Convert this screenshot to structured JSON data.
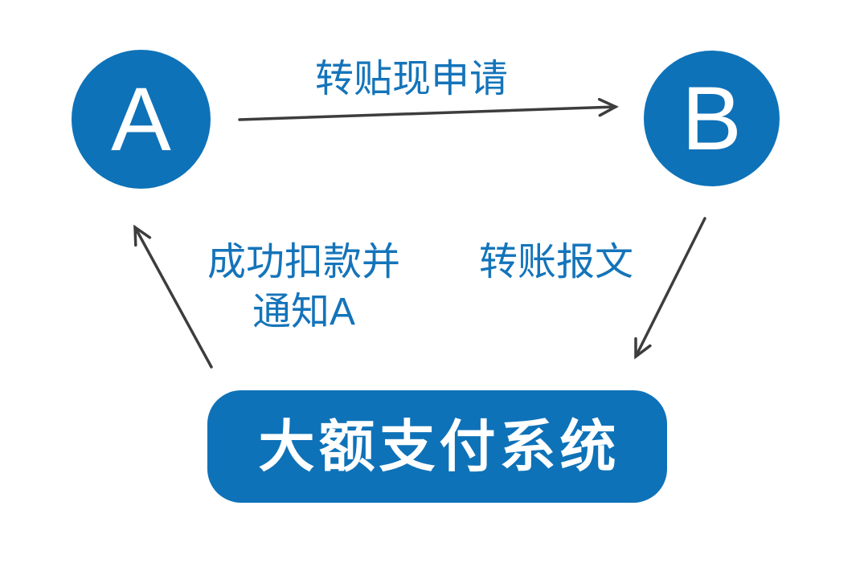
{
  "diagram": {
    "nodes": {
      "a": {
        "label": "A"
      },
      "b": {
        "label": "B"
      },
      "system": {
        "label": "大额支付系统"
      }
    },
    "edges": {
      "a_to_b": {
        "from": "A",
        "to": "B",
        "label": "转贴现申请"
      },
      "b_to_system": {
        "from": "B",
        "to": "system",
        "label": "转账报文"
      },
      "system_to_a": {
        "from": "system",
        "to": "A",
        "label_line1": "成功扣款并",
        "label_line2": "通知A"
      }
    },
    "colors": {
      "node_fill": "#0e72b8",
      "node_text": "#ffffff",
      "edge_label": "#1474ba",
      "arrow": "#3d3d3d",
      "background": "#ffffff"
    }
  }
}
